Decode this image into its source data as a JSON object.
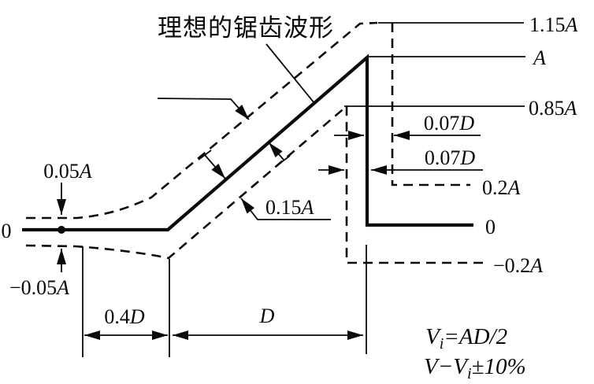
{
  "title": "理想的锯齿波形",
  "labels": {
    "pos_tolerance": {
      "num": "0.05",
      "var": "A"
    },
    "zero_left": {
      "num": "0",
      "var": ""
    },
    "neg_tolerance": {
      "num": "−0.05",
      "var": "A"
    },
    "overshoot": {
      "num": "1.15",
      "var": "A"
    },
    "amplitude": {
      "num": "",
      "var": "A"
    },
    "undershoot": {
      "num": "0.85",
      "var": "A"
    },
    "settle_upper": {
      "num": "0.2",
      "var": "A"
    },
    "zero_right": {
      "num": "0",
      "var": ""
    },
    "settle_lower": {
      "num": "−0.2",
      "var": "A"
    },
    "band_width": {
      "num": "0.15",
      "var": "A"
    },
    "retrace_right": {
      "num": "0.07",
      "var": "D"
    },
    "retrace_left": {
      "num": "0.07",
      "var": "D"
    },
    "delay": {
      "num": "0.4",
      "var": "D"
    },
    "duration": {
      "num": "",
      "var": "D"
    }
  },
  "formulas": {
    "vi": {
      "p1": "V",
      "p2": "i",
      "p3": "=",
      "p4": "AD",
      "p5": "/2"
    },
    "tol": {
      "p1": "V",
      "p2": "−",
      "p3": "V",
      "p4": "i",
      "p5": "±10%"
    }
  },
  "colors": {
    "ink": "#0a0a0a",
    "background": "#ffffff"
  }
}
